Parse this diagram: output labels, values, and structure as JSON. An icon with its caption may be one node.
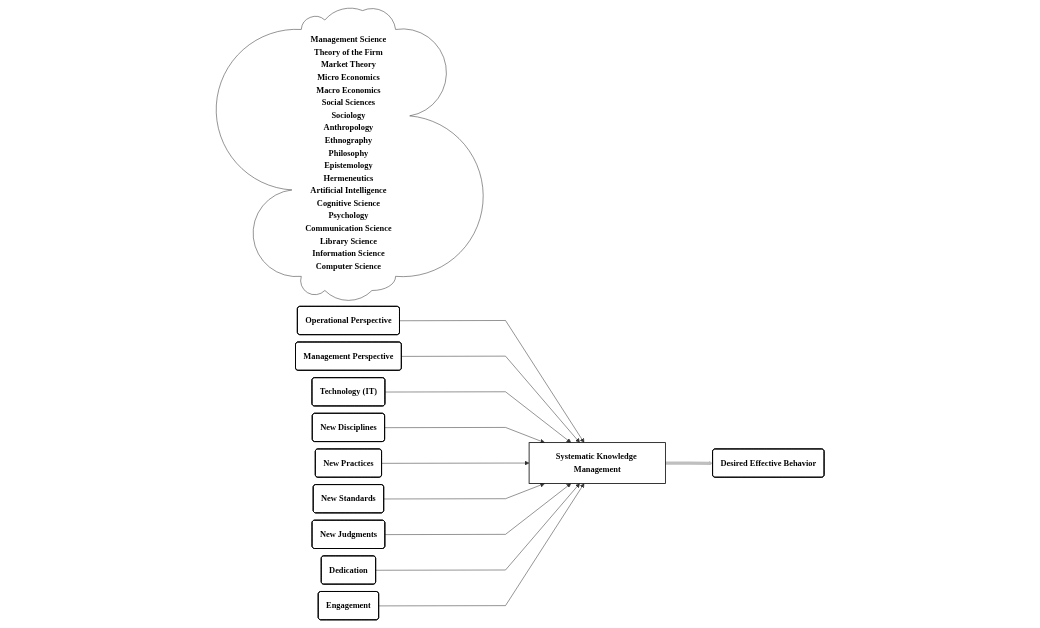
{
  "diagram": {
    "nodes": [
      {
        "text": [
          "Management Science",
          "Theory of the Firm",
          "Market Theory",
          "Micro Economics",
          "Macro Economics",
          "Social Sciences",
          "Sociology",
          "Anthropology",
          "Ethnography",
          "Philosophy",
          "Epistemology",
          "Hermeneutics",
          "Artificial Intelligence",
          "Cognitive Science",
          "Psychology",
          "Communication Science",
          "Library Science",
          "Information Science",
          "Computer Science"
        ]
      },
      {
        "text": [
          "Operational Perspective"
        ]
      },
      {
        "text": [
          "Management Perspective"
        ]
      },
      {
        "text": [
          "Technology (IT)"
        ]
      },
      {
        "text": [
          "New Disciplines"
        ]
      },
      {
        "text": [
          "New Practices"
        ]
      },
      {
        "text": [
          "New Standards"
        ]
      },
      {
        "text": [
          "New Judgments"
        ]
      },
      {
        "text": [
          "Dedication"
        ]
      },
      {
        "text": [
          "Engagement"
        ]
      },
      {
        "text": [
          "Systematic Knowledge Management"
        ]
      },
      {
        "text": [
          "Desired Effective Behavior"
        ]
      }
    ],
    "edges": [
      {
        "from": 1,
        "to": 10,
        "arrow": "to"
      },
      {
        "from": 2,
        "to": 10,
        "arrow": "to"
      },
      {
        "from": 3,
        "to": 10,
        "arrow": "to"
      },
      {
        "from": 4,
        "to": 10,
        "arrow": "to"
      },
      {
        "from": 5,
        "to": 10,
        "arrow": "to"
      },
      {
        "from": 6,
        "to": 10,
        "arrow": "to"
      },
      {
        "from": 7,
        "to": 10,
        "arrow": "to"
      },
      {
        "from": 8,
        "to": 10,
        "arrow": "to"
      },
      {
        "from": 9,
        "to": 10,
        "arrow": "to"
      },
      {
        "from": 10,
        "to": 11,
        "arrow": "to",
        "style": "thick",
        "color": "#bfbfbf"
      }
    ]
  }
}
